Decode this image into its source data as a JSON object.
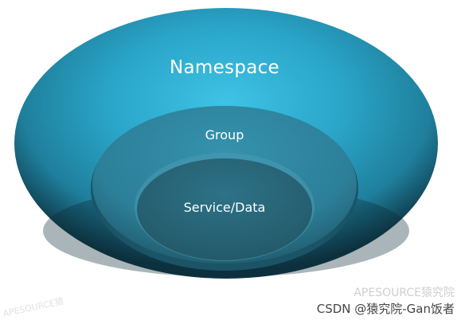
{
  "layers": {
    "outer": {
      "label": "Namespace",
      "color": "#2aa5c8"
    },
    "middle": {
      "label": "Group",
      "color": "#2e8aa6"
    },
    "inner": {
      "label": "Service/Data",
      "color": "#2a6c80"
    }
  },
  "watermarks": {
    "source": "APESOURCE猿究院",
    "csdn": "CSDN @猿究院-Gan饭者",
    "faint": "APESOURCE猿"
  }
}
